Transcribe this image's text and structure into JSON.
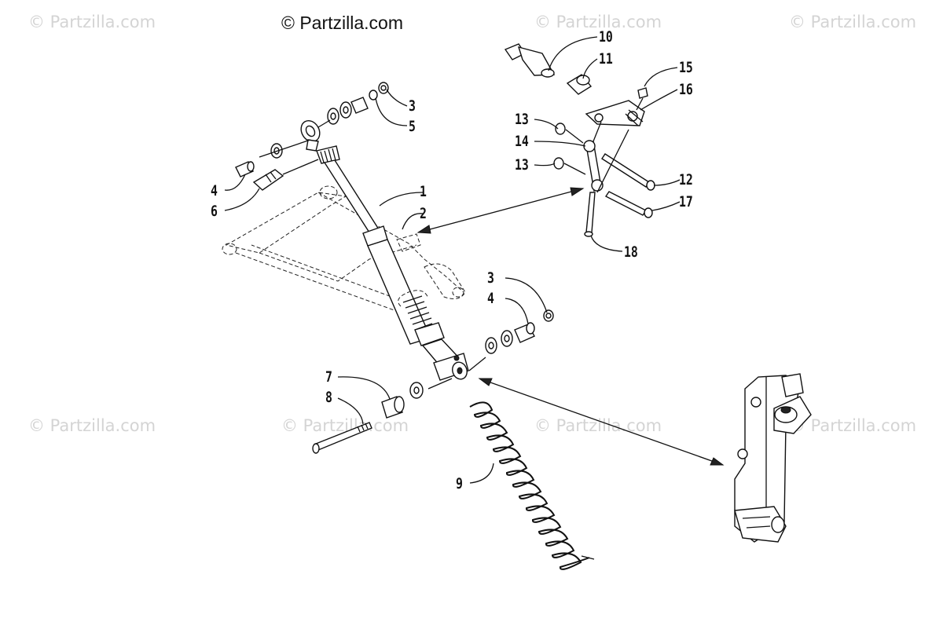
{
  "watermark": {
    "text": "© Partzilla.com",
    "brand": "© Partzilla.com"
  },
  "callouts": {
    "c1": "1",
    "c2": "2",
    "c3a": "3",
    "c3b": "3",
    "c4a": "4",
    "c4b": "4",
    "c5": "5",
    "c6": "6",
    "c7": "7",
    "c8": "8",
    "c9": "9",
    "c10": "10",
    "c11": "11",
    "c12": "12",
    "c13a": "13",
    "c13b": "13",
    "c14": "14",
    "c15": "15",
    "c16": "16",
    "c17": "17",
    "c18": "18"
  }
}
